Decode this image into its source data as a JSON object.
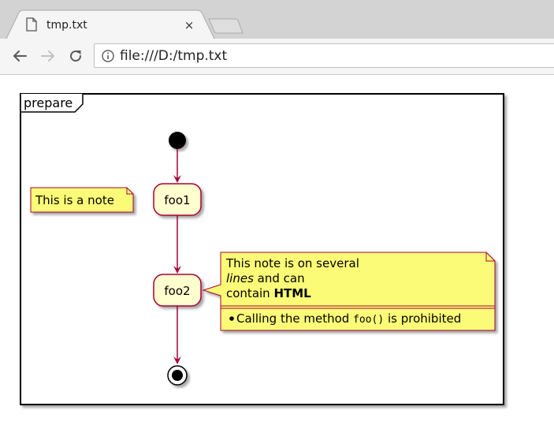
{
  "browser": {
    "tab": {
      "title": "tmp.txt",
      "close_glyph": "×",
      "icon": "file-icon"
    },
    "toolbar": {
      "back_icon": "back-arrow-icon",
      "forward_icon": "forward-arrow-icon",
      "reload_icon": "reload-icon",
      "info_icon": "info-icon",
      "url": "file:///D:/tmp.txt"
    }
  },
  "diagram": {
    "partition_label": "prepare",
    "activities": {
      "foo1": "foo1",
      "foo2": "foo2"
    },
    "note_left": "This is a note",
    "note_right": {
      "line1": "This note is on several",
      "line2_italic": "lines",
      "line2_rest": " and can",
      "line3_plain": "contain ",
      "line3_bold": "HTML",
      "bullet_before": "Calling the method ",
      "bullet_code": "foo()",
      "bullet_after": " is prohibited"
    },
    "colors": {
      "activity_fill": "#FEFECE",
      "activity_border": "#A80036",
      "note_fill": "#FBFB77",
      "arrow": "#A80036",
      "frame": "#000000"
    }
  }
}
